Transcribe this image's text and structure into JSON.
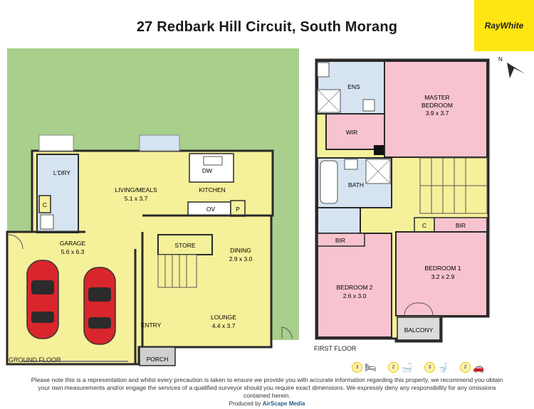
{
  "title": "27 Redbark Hill Circuit, South Morang",
  "brand": "RayWhite",
  "north_label": "N",
  "floors": {
    "ground": "GROUND FLOOR",
    "first": "FIRST FLOOR"
  },
  "rooms": {
    "garage": {
      "name": "GARAGE",
      "size": "5.6 x 6.3"
    },
    "ldry": {
      "name": "L'DRY"
    },
    "c_ground": {
      "name": "C"
    },
    "living": {
      "name": "LIVING/MEALS",
      "size": "5.1 x 3.7"
    },
    "dw": {
      "name": "DW"
    },
    "kitchen": {
      "name": "KITCHEN"
    },
    "ov": {
      "name": "OV"
    },
    "p": {
      "name": "P"
    },
    "store": {
      "name": "STORE"
    },
    "dining": {
      "name": "DINING",
      "size": "2.9 x 3.0"
    },
    "lounge": {
      "name": "LOUNGE",
      "size": "4.4 x 3.7"
    },
    "entry": {
      "name": "ENTRY"
    },
    "porch": {
      "name": "PORCH"
    },
    "ens": {
      "name": "ENS"
    },
    "master": {
      "name": "MASTER",
      "name2": "BEDROOM",
      "size": "3.9 x 3.7"
    },
    "wir": {
      "name": "WIR"
    },
    "bath": {
      "name": "BATH"
    },
    "c_first": {
      "name": "C"
    },
    "bir1": {
      "name": "BIR"
    },
    "bir2": {
      "name": "BIR"
    },
    "bedroom1": {
      "name": "BEDROOM 1",
      "size": "3.2 x 2.9"
    },
    "bedroom2": {
      "name": "BEDROOM 2",
      "size": "2.6 x 3.0"
    },
    "balcony": {
      "name": "BALCONY"
    }
  },
  "legend": [
    {
      "count": "3",
      "icon": "bed-icon",
      "glyph": "🛏"
    },
    {
      "count": "2",
      "icon": "bath-icon",
      "glyph": "🛁"
    },
    {
      "count": "3",
      "icon": "toilet-icon",
      "glyph": "🚽"
    },
    {
      "count": "2",
      "icon": "car-icon",
      "glyph": "🚗"
    }
  ],
  "disclaimer": "Please note this is a representation and whilst every precaution is taken to ensure we provide you with accurate information regarding this property, we recommend you obtain your own measurements and/or engage the services of a qualified surveyor should you require exact dimensions. We expressly deny any responsibility for any omissions contained herein.",
  "produced_by": "Produced by",
  "producer": "AirScape Media",
  "colors": {
    "lawn": "#a8cf8c",
    "living": "#f5f09a",
    "wet": "#d6e4f1",
    "bedroom": "#f7c3cf",
    "porch": "#d0d0d0",
    "car": "#d9262c",
    "brand_yellow": "#ffe512"
  }
}
